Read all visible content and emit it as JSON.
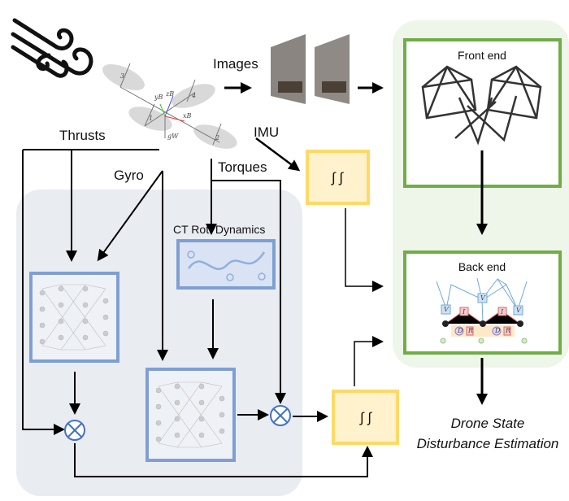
{
  "labels": {
    "images": "Images",
    "imu": "IMU",
    "thrusts": "Thrusts",
    "gyro": "Gyro",
    "torques": "Torques",
    "ct_rot_dynamics": "CT Rot. Dynamics",
    "front_end": "Front end",
    "back_end": "Back end",
    "output_line1": "Drone State",
    "output_line2": "Disturbance Estimation",
    "integrator": "∫ ∫"
  },
  "drone": {
    "rotors": [
      "1",
      "2",
      "3",
      "4"
    ],
    "axes": [
      "yB",
      "zB",
      "xB",
      "gW"
    ]
  },
  "factor_graph": {
    "nodes": [
      "V",
      "I",
      "V",
      "I",
      "V",
      "D",
      "R",
      "D",
      "R"
    ]
  },
  "colors": {
    "green": "#70ad47",
    "green_panel": "#eef5e9",
    "grey_panel": "#e9ecf1",
    "blue_border": "#7f9fd3",
    "blue_fill": "#dae3f3",
    "yellow_border": "#ffd966",
    "yellow_fill": "#fff2cc",
    "otimes": "#4472c4"
  }
}
